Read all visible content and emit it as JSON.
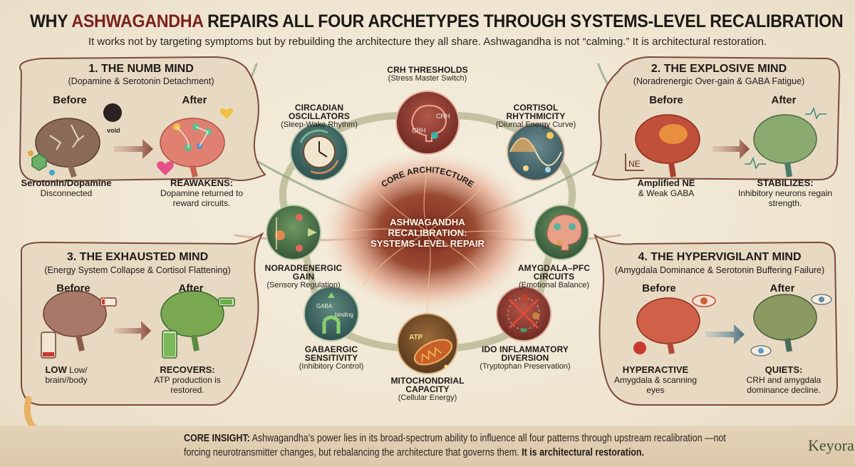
{
  "header": {
    "title_prefix": "WHY",
    "title_highlight": "ASHWAGANDHA",
    "title_suffix": "REPAIRS ALL FOUR ARCHETYPES THROUGH SYSTEMS-LEVEL RECALIBRATION",
    "subtitle": "It works not by targeting symptoms but by rebuilding the architecture they all share. Ashwagandha is not “calming.” It is architectural restoration."
  },
  "colors": {
    "highlight": "#7a1f1f",
    "panel_fill": "#e6d7c0",
    "panel_stroke": "#7b4a3a",
    "green_node": "#3f6b45",
    "red_node": "#8c3a30",
    "teal_node": "#2f5f5c",
    "brand": "#3f5232"
  },
  "archetypes": [
    {
      "title": "1. THE NUMB MIND",
      "subtitle": "(Dopamine & Serotonin Detachment)",
      "before_label": "Before",
      "after_label": "After",
      "before_note": "void",
      "before_caption_bold": "Serotonin/Dopamine",
      "before_caption": "Disconnected",
      "after_caption_bold": "REAWAKENS:",
      "after_caption": "Dopamine returned to reward circuits."
    },
    {
      "title": "2. THE EXPLOSIVE MIND",
      "subtitle": "(Noradrenergic Over-gain & GABA Fatigue)",
      "before_label": "Before",
      "after_label": "After",
      "before_note": "NE",
      "before_caption_bold": "Amplified NE",
      "before_caption": "& Weak GABA",
      "after_caption_bold": "STABILIZES:",
      "after_caption": "Inhibitory neurons regain strength."
    },
    {
      "title": "3. THE EXHAUSTED MIND",
      "subtitle": "(Energy System Collapse & Cortisol Flattening)",
      "before_label": "Before",
      "after_label": "After",
      "before_caption_bold": "LOW",
      "before_caption": "Low/ brain//body",
      "after_caption_bold": "RECOVERS:",
      "after_caption": "ATP production is restored."
    },
    {
      "title": "4. THE HYPERVIGILANT MIND",
      "subtitle": "(Amygdala Dominance & Serotonin Buffering Failure)",
      "before_label": "Before",
      "after_label": "After",
      "before_caption_bold": "HYPERACTIVE",
      "before_caption": "Amygdala & scanning eyes",
      "after_caption_bold": "QUIETS:",
      "after_caption": "CRH and amygdala dominance decline."
    }
  ],
  "core": {
    "arc_label": "CORE ARCHITECTURE",
    "center_lines": [
      "ASHWAGANDHA",
      "RECALIBRATION:",
      "SYSTEMS-LEVEL REPAIR"
    ]
  },
  "nodes": [
    {
      "name": "CRH THRESHOLDS",
      "sub": "(Stress Master Switch)",
      "icon": "brain-crh-icon",
      "inner": [
        "CRH",
        "CRH"
      ]
    },
    {
      "name": "CIRCADIAN OSCILLATORS",
      "sub": "(Sleep-Wake Rhythm)",
      "icon": "clock-icon"
    },
    {
      "name": "CORTISOL RHYTHMICITY",
      "sub": "(Diurnal Energy Curve)",
      "icon": "sine-wave-icon"
    },
    {
      "name": "NORADRENERGIC GAIN",
      "sub": "(Sensory Regulation)",
      "icon": "signal-arrows-icon"
    },
    {
      "name": "AMYGDALA–PFC CIRCUITS",
      "sub": "(Emotional Balance)",
      "icon": "brain-network-icon"
    },
    {
      "name": "GABAERGIC SENSITIVITY",
      "sub": "(Inhibitory Control)",
      "icon": "receptor-icon",
      "inner": [
        "GABA",
        "binding"
      ]
    },
    {
      "name": "MITOCHONDRIAL CAPACITY",
      "sub": "(Cellular Energy)",
      "icon": "mitochondria-icon",
      "inner": [
        "ATP"
      ]
    },
    {
      "name": "IDO INFLAMMATORY DIVERSION",
      "sub": "(Tryptophan Preservation)",
      "icon": "crossed-cycle-icon"
    }
  ],
  "insight": {
    "label": "CORE INSIGHT:",
    "text": "Ashwagandha’s power lies in its broad-spectrum ability to influence all four patterns through upstream recalibration —not forcing neurotransmitter changes, but rebalancing the architecture that governs them.",
    "emphasis": "It is architectural restoration."
  },
  "brand": {
    "name": "Keyora"
  }
}
